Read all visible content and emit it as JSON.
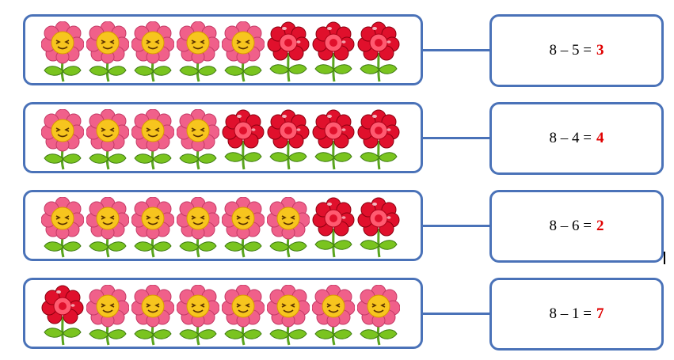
{
  "rows": [
    {
      "equation": "8 – 5 =",
      "answer": "3",
      "flowers": [
        "pink",
        "pink",
        "pink",
        "pink",
        "pink",
        "red",
        "red",
        "red"
      ]
    },
    {
      "equation": "8 – 4 =",
      "answer": "4",
      "flowers": [
        "pink",
        "pink",
        "pink",
        "pink",
        "red",
        "red",
        "red",
        "red"
      ]
    },
    {
      "equation": "8 – 6 =",
      "answer": "2",
      "flowers": [
        "pink",
        "pink",
        "pink",
        "pink",
        "pink",
        "pink",
        "red",
        "red"
      ]
    },
    {
      "equation": "8 – 1 =",
      "answer": "7",
      "flowers": [
        "red",
        "pink",
        "pink",
        "pink",
        "pink",
        "pink",
        "pink",
        "pink"
      ]
    }
  ],
  "colors": {
    "border": "#4a72b8",
    "answer": "#e00000",
    "pink_petal": "#f0608a",
    "pink_petal_light": "#fb93b3",
    "face": "#f7c51e",
    "red_petal": "#e0102c",
    "red_petal_light": "#ff5a70",
    "stem": "#5aa51e",
    "leaf": "#7ac41f"
  },
  "icons": {
    "pink": "smiling-pink-flower-icon",
    "red": "red-flower-icon"
  }
}
